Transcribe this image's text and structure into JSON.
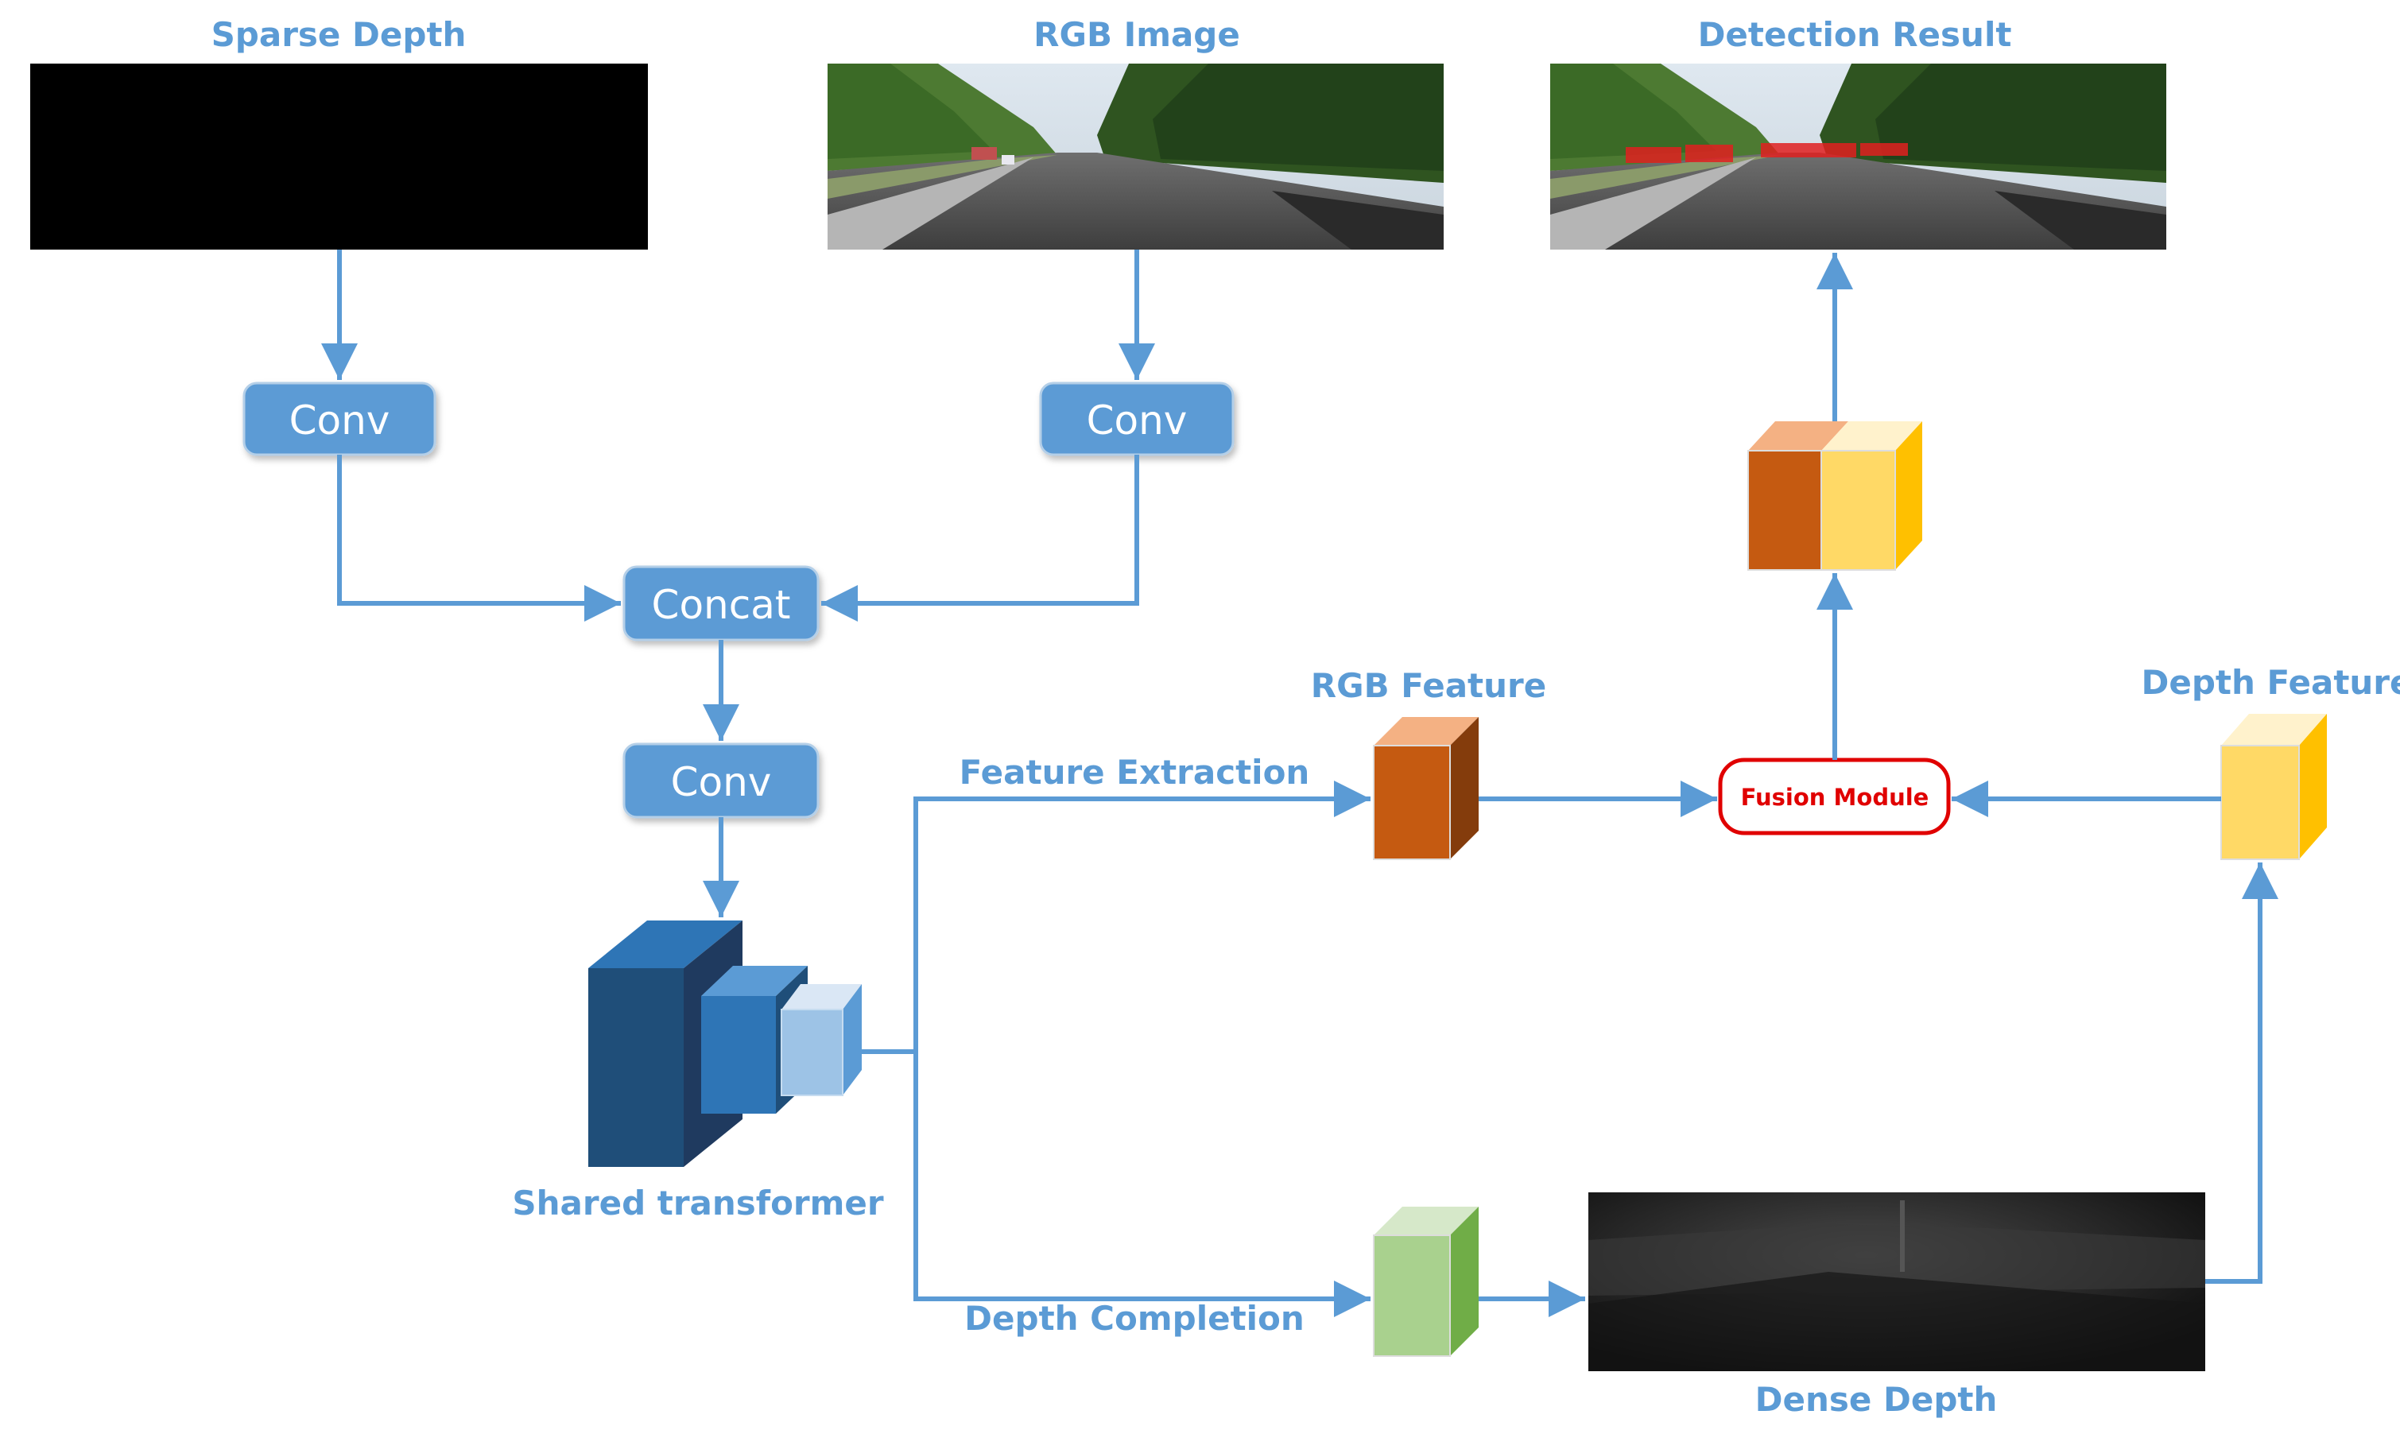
{
  "images": {
    "sparse_depth": "Sparse Depth",
    "rgb_image": "RGB Image",
    "detection_result": "Detection Result",
    "dense_depth": "Dense Depth"
  },
  "blocks": {
    "conv_sparse": "Conv",
    "conv_rgb": "Conv",
    "concat": "Concat",
    "conv_shared": "Conv",
    "fusion_module": "Fusion Module"
  },
  "features": {
    "shared_transformer": "Shared transformer",
    "rgb_feature": "RGB Feature",
    "depth_feature": "Depth Feature"
  },
  "edges": {
    "feature_extraction": "Feature Extraction",
    "depth_completion": "Depth Completion"
  },
  "colors": {
    "accent": "#5b9bd5",
    "block_fill": "#5b9bd5",
    "fusion_border": "#e00000",
    "rgb_feature": "#c55a11",
    "depth_feature": "#ffd966",
    "completion_cube": "#a9d18e",
    "transformer_dark": "#1f4e79",
    "transformer_mid": "#2e75b6",
    "transformer_light": "#9dc3e6"
  }
}
